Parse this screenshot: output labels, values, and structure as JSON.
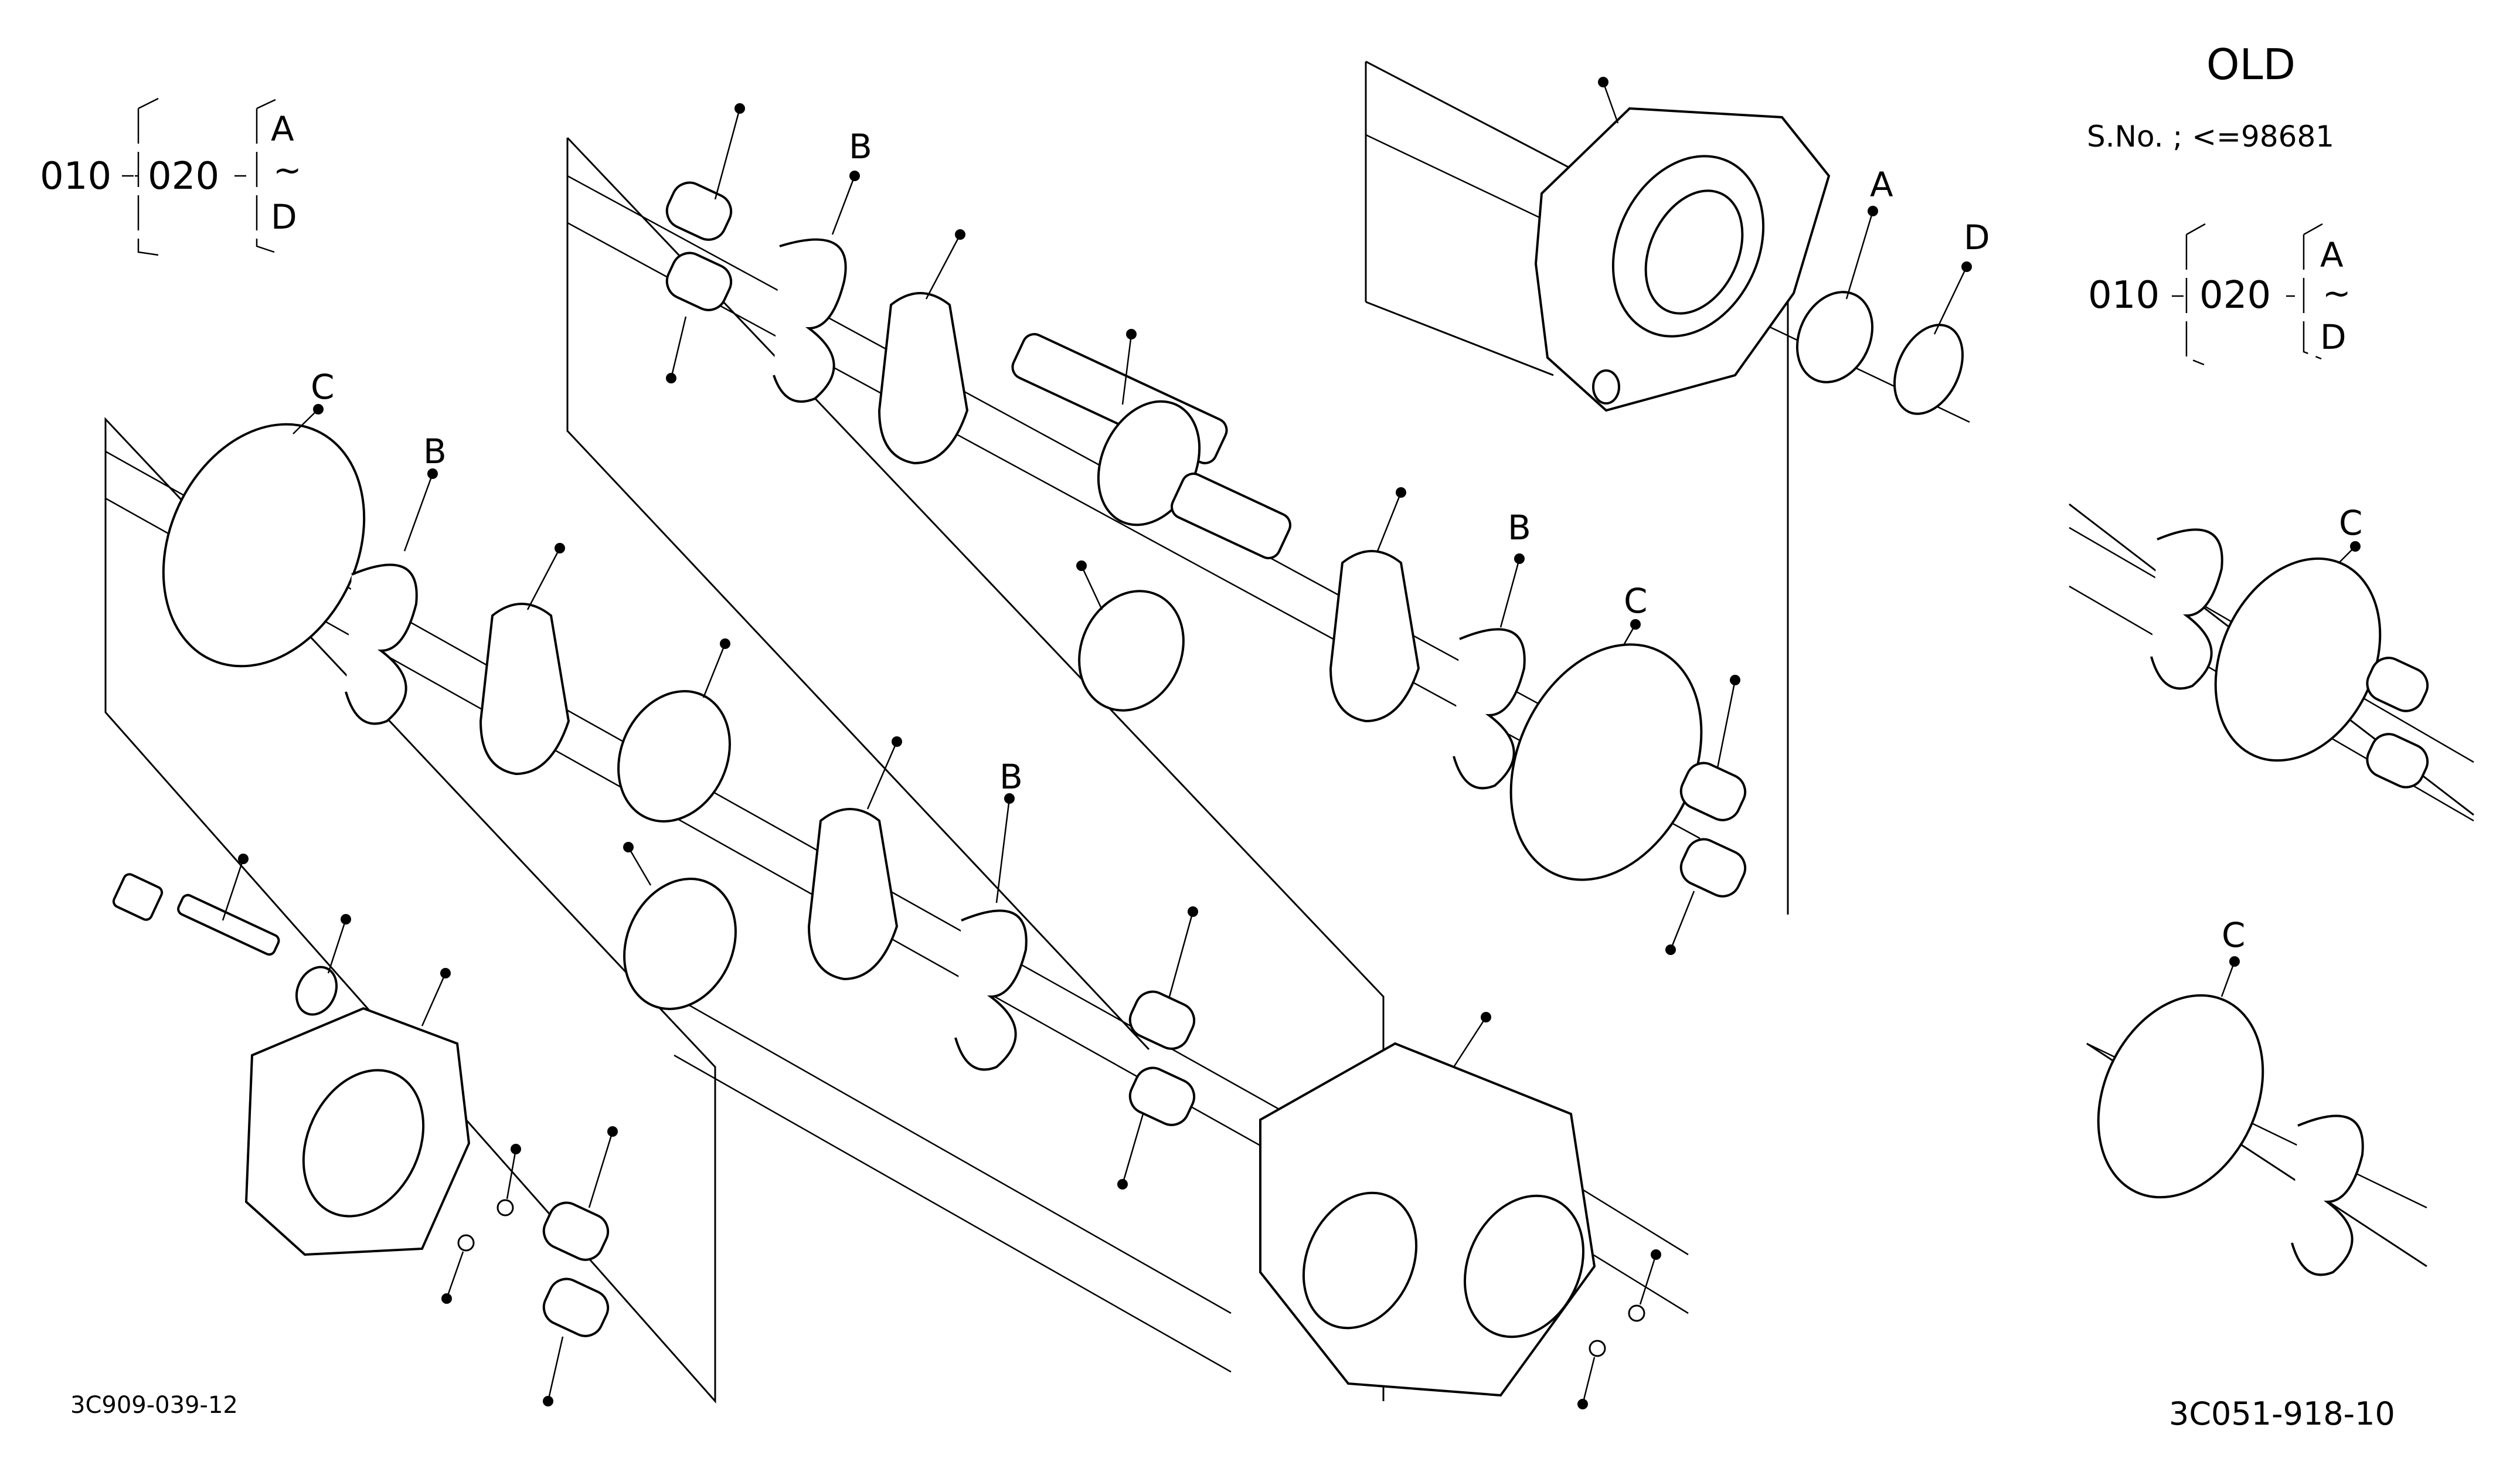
{
  "header": {
    "variant_label": "OLD",
    "serial_label": "S.No. ; <=98681"
  },
  "legend_left": {
    "code_main": "010",
    "code_sub": "020",
    "range_start": "A",
    "range_sep": "~",
    "range_end": "D"
  },
  "legend_right": {
    "code_main": "010",
    "code_sub": "020",
    "range_start": "A",
    "range_sep": "~",
    "range_end": "D"
  },
  "callouts": {
    "b_top": "B",
    "c_left": "C",
    "b_left": "B",
    "a_seal": "A",
    "d_ring": "D",
    "b_mid": "B",
    "c_mid": "C",
    "b_low": "B",
    "c_old_top": "C",
    "c_old_low": "C"
  },
  "footer": {
    "drawing_no_left": "3C909-039-12",
    "drawing_no_right": "3C051-918-10"
  },
  "colors": {
    "ink": "#000000",
    "paper": "#ffffff"
  }
}
